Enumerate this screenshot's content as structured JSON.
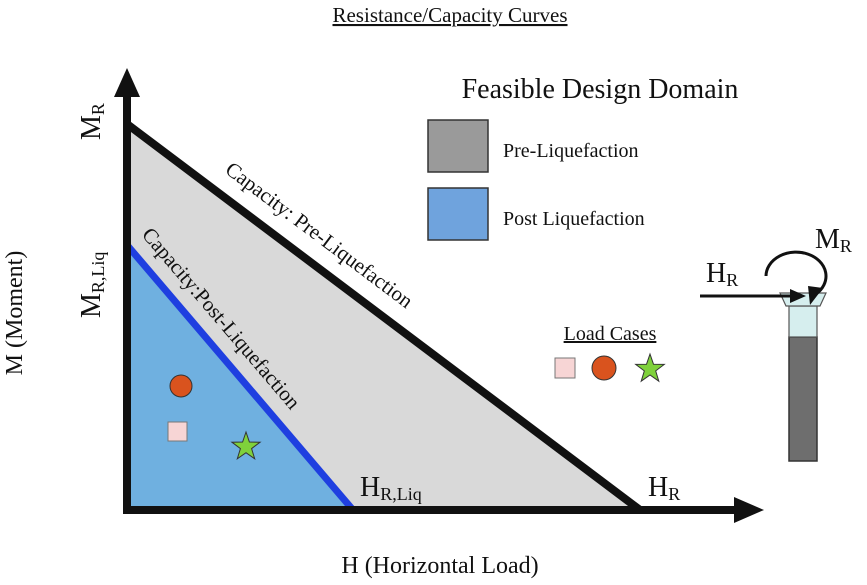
{
  "title": "Resistance/Capacity Curves",
  "legend": {
    "heading": "Feasible Design Domain",
    "items": [
      {
        "label": "Pre-Liquefaction",
        "color": "#9a9a9a"
      },
      {
        "label": "Post Liquefaction",
        "color": "#6fa3dd"
      }
    ]
  },
  "axes": {
    "y_label": "M (Moment)",
    "x_label": "H (Horizontal Load)",
    "y_top_main": "M",
    "y_top_sub": "R",
    "y_liq_main": "M",
    "y_liq_sub": "R,Liq",
    "x_end_main": "H",
    "x_end_sub": "R",
    "x_liq_main": "H",
    "x_liq_sub": "R,Liq"
  },
  "curves": {
    "pre_label": "Capacity: Pre-Liquefaction",
    "post_label": "Capacity:Post-Liquefaction",
    "pre_fill": "#d9d9d9",
    "post_fill": "#6fb0e0",
    "post_line": "#1f3fe0"
  },
  "load_cases": {
    "heading": "Load Cases",
    "items": [
      {
        "shape": "square",
        "color": "#f7d5d5"
      },
      {
        "shape": "circle",
        "color": "#d9531e"
      },
      {
        "shape": "star",
        "color": "#7fd13b"
      }
    ]
  },
  "pile": {
    "moment_main": "M",
    "moment_sub": "R",
    "force_main": "H",
    "force_sub": "R"
  }
}
